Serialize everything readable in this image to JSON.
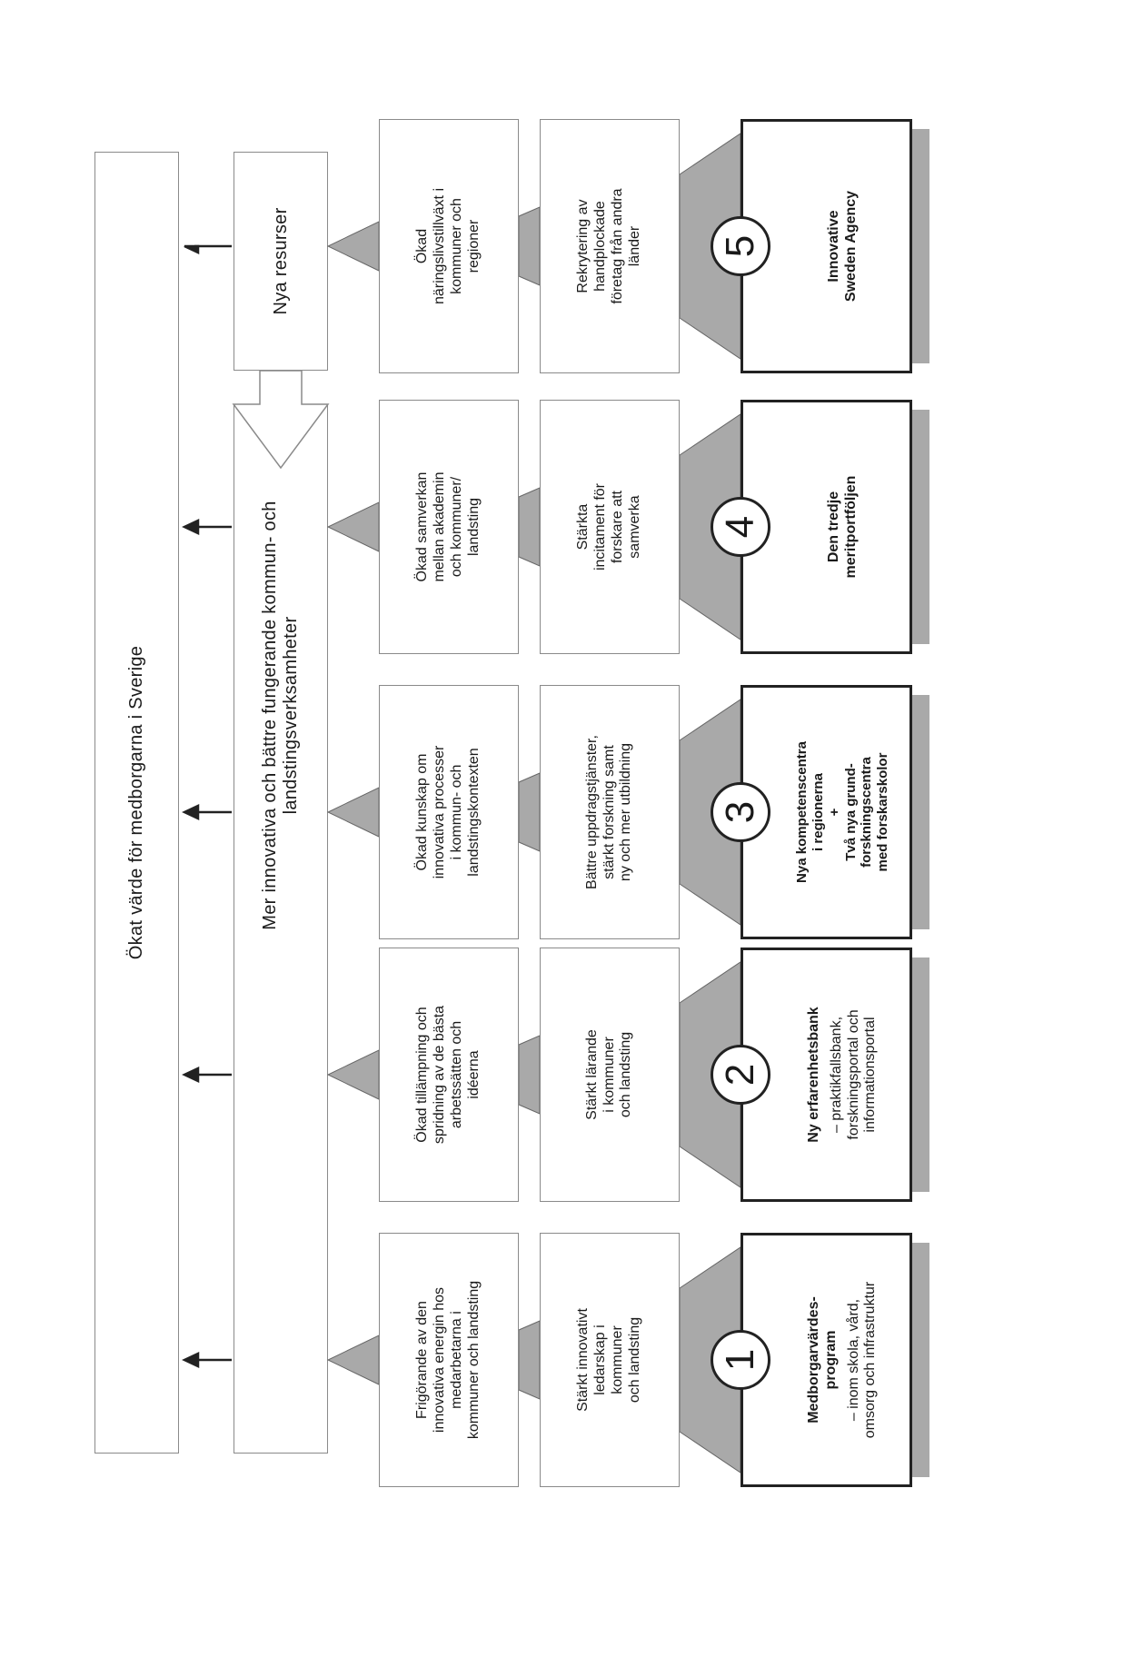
{
  "top_banner": "Ökat värde för medborgarna i Sverige",
  "second_banner": "Mer innovativa och bättre fungerande kommun- och landstingsverksamheter",
  "resources_box": "Nya resurser",
  "columns": [
    {
      "number": "1",
      "outcome": "Frigörande av den\ninnovativa energin hos\nmedarbetarna i\nkommuner och landsting",
      "means": "Stärkt innovativt\nledarskap i\nkommuner\noch landsting",
      "initiative_title": "Medborgarvärdes-\nprogram",
      "initiative_body": "– inom skola, vård,\nomsorg och infrastruktur"
    },
    {
      "number": "2",
      "outcome": "Ökad tillämpning och\nspridning av de bästa\narbetssätten och\nidéerna",
      "means": "Stärkt lärande\ni kommuner\noch landsting",
      "initiative_title": "Ny erfarenhetsbank",
      "initiative_body": "– praktikfallsbank,\nforskningsportal och\ninformationsportal"
    },
    {
      "number": "3",
      "outcome": "Ökad kunskap om\ninnovativa processer\ni kommun- och\nlandstingskontexten",
      "means": "Bättre uppdragstjänster,\nstärkt forskning samt\nny och mer utbildning",
      "initiative_title": "Nya kompetenscentra\ni regionerna\n+\nTvå nya grund-\nforskningscentra\nmed forskarskolor",
      "initiative_body": ""
    },
    {
      "number": "4",
      "outcome": "Ökad samverkan\nmellan akademin\noch kommuner/\nlandsting",
      "means": "Stärkta\nincitament för\nforskare att\nsamverka",
      "initiative_title": "Den tredje\nmeritportföljen",
      "initiative_body": ""
    },
    {
      "number": "5",
      "outcome": "Ökad\nnäringslivstillväxt i\nkommuner och\nregioner",
      "means": "Rekrytering av\nhandplockade\nföretag från andra\nländer",
      "initiative_title": "Innovative\nSweden Agency",
      "initiative_body": ""
    }
  ]
}
